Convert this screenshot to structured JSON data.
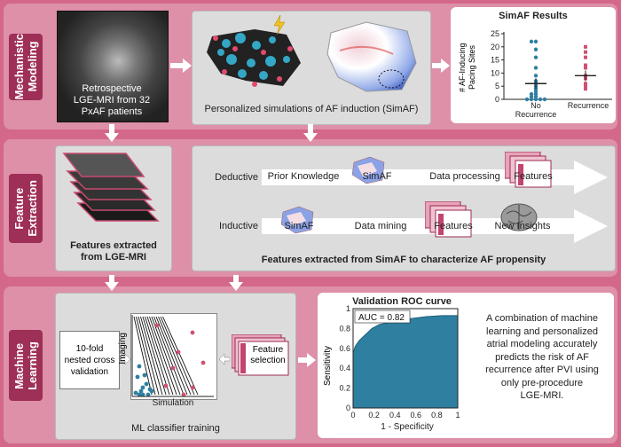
{
  "sections": {
    "mechanistic": "Mechanistic\nModeling",
    "feature": "Feature\nExtraction",
    "machine": "Machine\nLearning"
  },
  "mri_caption": [
    "Retrospective",
    "LGE-MRI from 32",
    "PxAF patients"
  ],
  "simaf_caption": "Personalized simulations of AF induction (SimAF)",
  "results": {
    "title": "SimAF Results",
    "ylabel": "# AF-Inducing\nPacing Sites",
    "yticks": [
      "0",
      "5",
      "10",
      "15",
      "20",
      "25"
    ],
    "groups": [
      "No\nRecurrence",
      "Recurrence"
    ]
  },
  "chart_data": {
    "type": "scatter",
    "title": "SimAF Results",
    "ylabel": "# AF-Inducing Pacing Sites",
    "categories": [
      "No Recurrence",
      "Recurrence"
    ],
    "ylim": [
      0,
      25
    ],
    "series": [
      {
        "name": "No Recurrence",
        "color": "#2f7fa0",
        "values": [
          22,
          22,
          19,
          16,
          12,
          9,
          7,
          6,
          5,
          4,
          3,
          2,
          2,
          1,
          1,
          0,
          0,
          0,
          0,
          0
        ],
        "mean": 6
      },
      {
        "name": "Recurrence",
        "color": "#d3506f",
        "values": [
          20,
          18,
          16,
          13,
          12,
          9,
          8,
          6,
          5,
          4
        ],
        "mean": 9
      }
    ]
  },
  "features_caption": "Features extracted\nfrom LGE-MRI",
  "deductive": {
    "label": "Deductive",
    "steps": [
      "Prior Knowledge",
      "SimAF",
      "Data processing",
      "Features"
    ]
  },
  "inductive": {
    "label": "Inductive",
    "steps": [
      "SimAF",
      "Data mining",
      "Features",
      "New Insights"
    ]
  },
  "simaf_features_caption": "Features extracted from SimAF to characterize AF propensity",
  "ml": {
    "cv_box": "10-fold\nnested cross\nvalidation",
    "imaging": "Imaging",
    "simulation": "Simulation",
    "feature_selection": "Feature\nselection",
    "caption": "ML classifier training"
  },
  "roc": {
    "title": "Validation ROC curve",
    "auc": "AUC = 0.82",
    "ylabel": "Sensitivity",
    "xlabel": "1 - Specificity",
    "yticks": [
      "0",
      "0.2",
      "0.4",
      "0.6",
      "0.8",
      "1"
    ],
    "xticks": [
      "0",
      "0.2",
      "0.4",
      "0.6",
      "0.8",
      "1"
    ],
    "curve": [
      [
        0,
        0
      ],
      [
        0,
        0.55
      ],
      [
        0.02,
        0.62
      ],
      [
        0.06,
        0.68
      ],
      [
        0.12,
        0.74
      ],
      [
        0.18,
        0.8
      ],
      [
        0.25,
        0.84
      ],
      [
        0.38,
        0.87
      ],
      [
        0.55,
        0.9
      ],
      [
        0.7,
        0.92
      ],
      [
        0.85,
        0.93
      ],
      [
        1,
        0.93
      ],
      [
        1,
        1
      ]
    ]
  },
  "conclusion": "A combination of machine\nlearning and personalized\natrial modeling accurately\npredicts the risk of AF\nrecurrence after PVI using\nonly pre-procedure\nLGE-MRI."
}
